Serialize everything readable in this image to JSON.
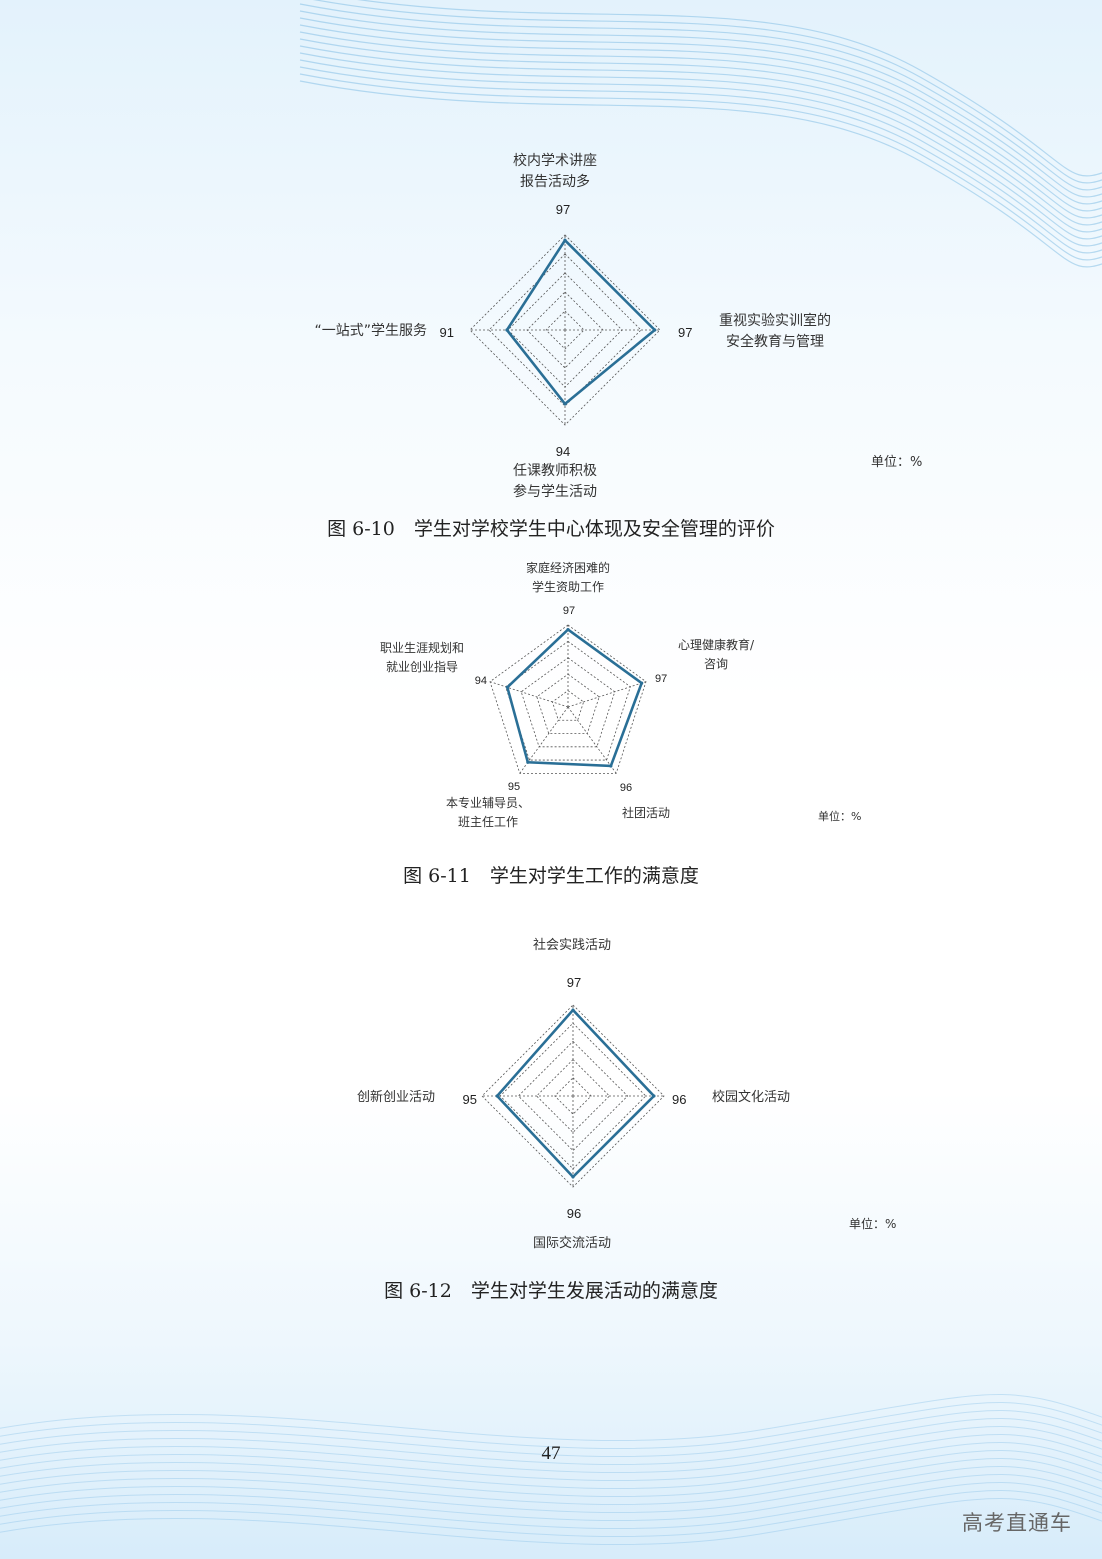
{
  "chart_data": [
    {
      "type": "radar",
      "title": "图 6-10　学生对学校学生中心体现及安全管理的评价",
      "unit_label": "单位：%",
      "axes": [
        {
          "label": "校内学术讲座\n报告活动多",
          "value": 97
        },
        {
          "label": "重视实验实训室的\n安全教育与管理",
          "value": 97
        },
        {
          "label": "任课教师积极\n参与学生活动",
          "value": 94
        },
        {
          "label": "“一站式”学生服务",
          "value": 91
        }
      ],
      "grid": "dashed",
      "series_color": "#2a6f96"
    },
    {
      "type": "radar",
      "title": "图 6-11　学生对学生工作的满意度",
      "unit_label": "单位：%",
      "axes": [
        {
          "label": "家庭经济困难的\n学生资助工作",
          "value": 97
        },
        {
          "label": "心理健康教育/\n咨询",
          "value": 97
        },
        {
          "label": "社团活动",
          "value": 96
        },
        {
          "label": "本专业辅导员、\n班主任工作",
          "value": 95
        },
        {
          "label": "职业生涯规划和\n就业创业指导",
          "value": 94
        }
      ],
      "grid": "dashed",
      "series_color": "#2a6f96"
    },
    {
      "type": "radar",
      "title": "图 6-12　学生对学生发展活动的满意度",
      "unit_label": "单位：%",
      "axes": [
        {
          "label": "社会实践活动",
          "value": 97
        },
        {
          "label": "校园文化活动",
          "value": 96
        },
        {
          "label": "国际交流活动",
          "value": 96
        },
        {
          "label": "创新创业活动",
          "value": 95
        }
      ],
      "grid": "dashed",
      "series_color": "#2a6f96"
    }
  ],
  "page_number": "47",
  "watermark": "高考直通车"
}
